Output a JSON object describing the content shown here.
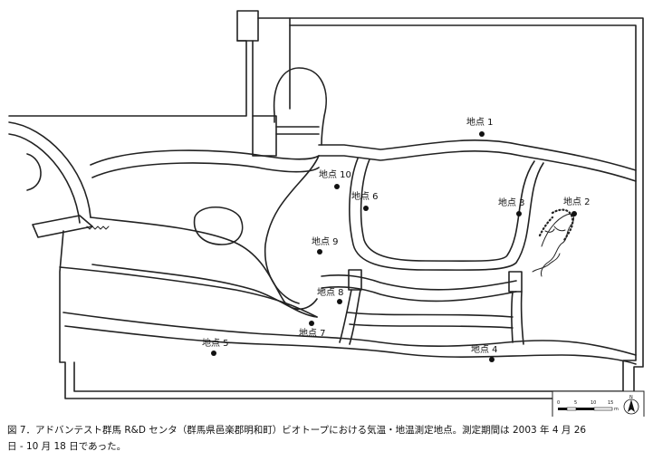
{
  "map": {
    "points": [
      {
        "id": "p1",
        "label": "地点 1"
      },
      {
        "id": "p2",
        "label": "地点 2"
      },
      {
        "id": "p3",
        "label": "地点 3"
      },
      {
        "id": "p4",
        "label": "地点 4"
      },
      {
        "id": "p5",
        "label": "地点 5"
      },
      {
        "id": "p6",
        "label": "地点 6"
      },
      {
        "id": "p7",
        "label": "地点 7"
      },
      {
        "id": "p8",
        "label": "地点 8"
      },
      {
        "id": "p9",
        "label": "地点 9"
      },
      {
        "id": "p10",
        "label": "地点 10"
      }
    ],
    "scale_bar": {
      "ticks": [
        "0",
        "5",
        "10",
        "15"
      ],
      "unit": "m"
    },
    "north_arrow_label": "N"
  },
  "caption": {
    "line1": "図 7．アドバンテスト群馬 R&D センタ（群馬県邑楽郡明和町）ビオトープにおける気温・地温測定地点。測定期間は 2003 年 4 月 26",
    "line2": "日 - 10 月 18 日であった。"
  }
}
